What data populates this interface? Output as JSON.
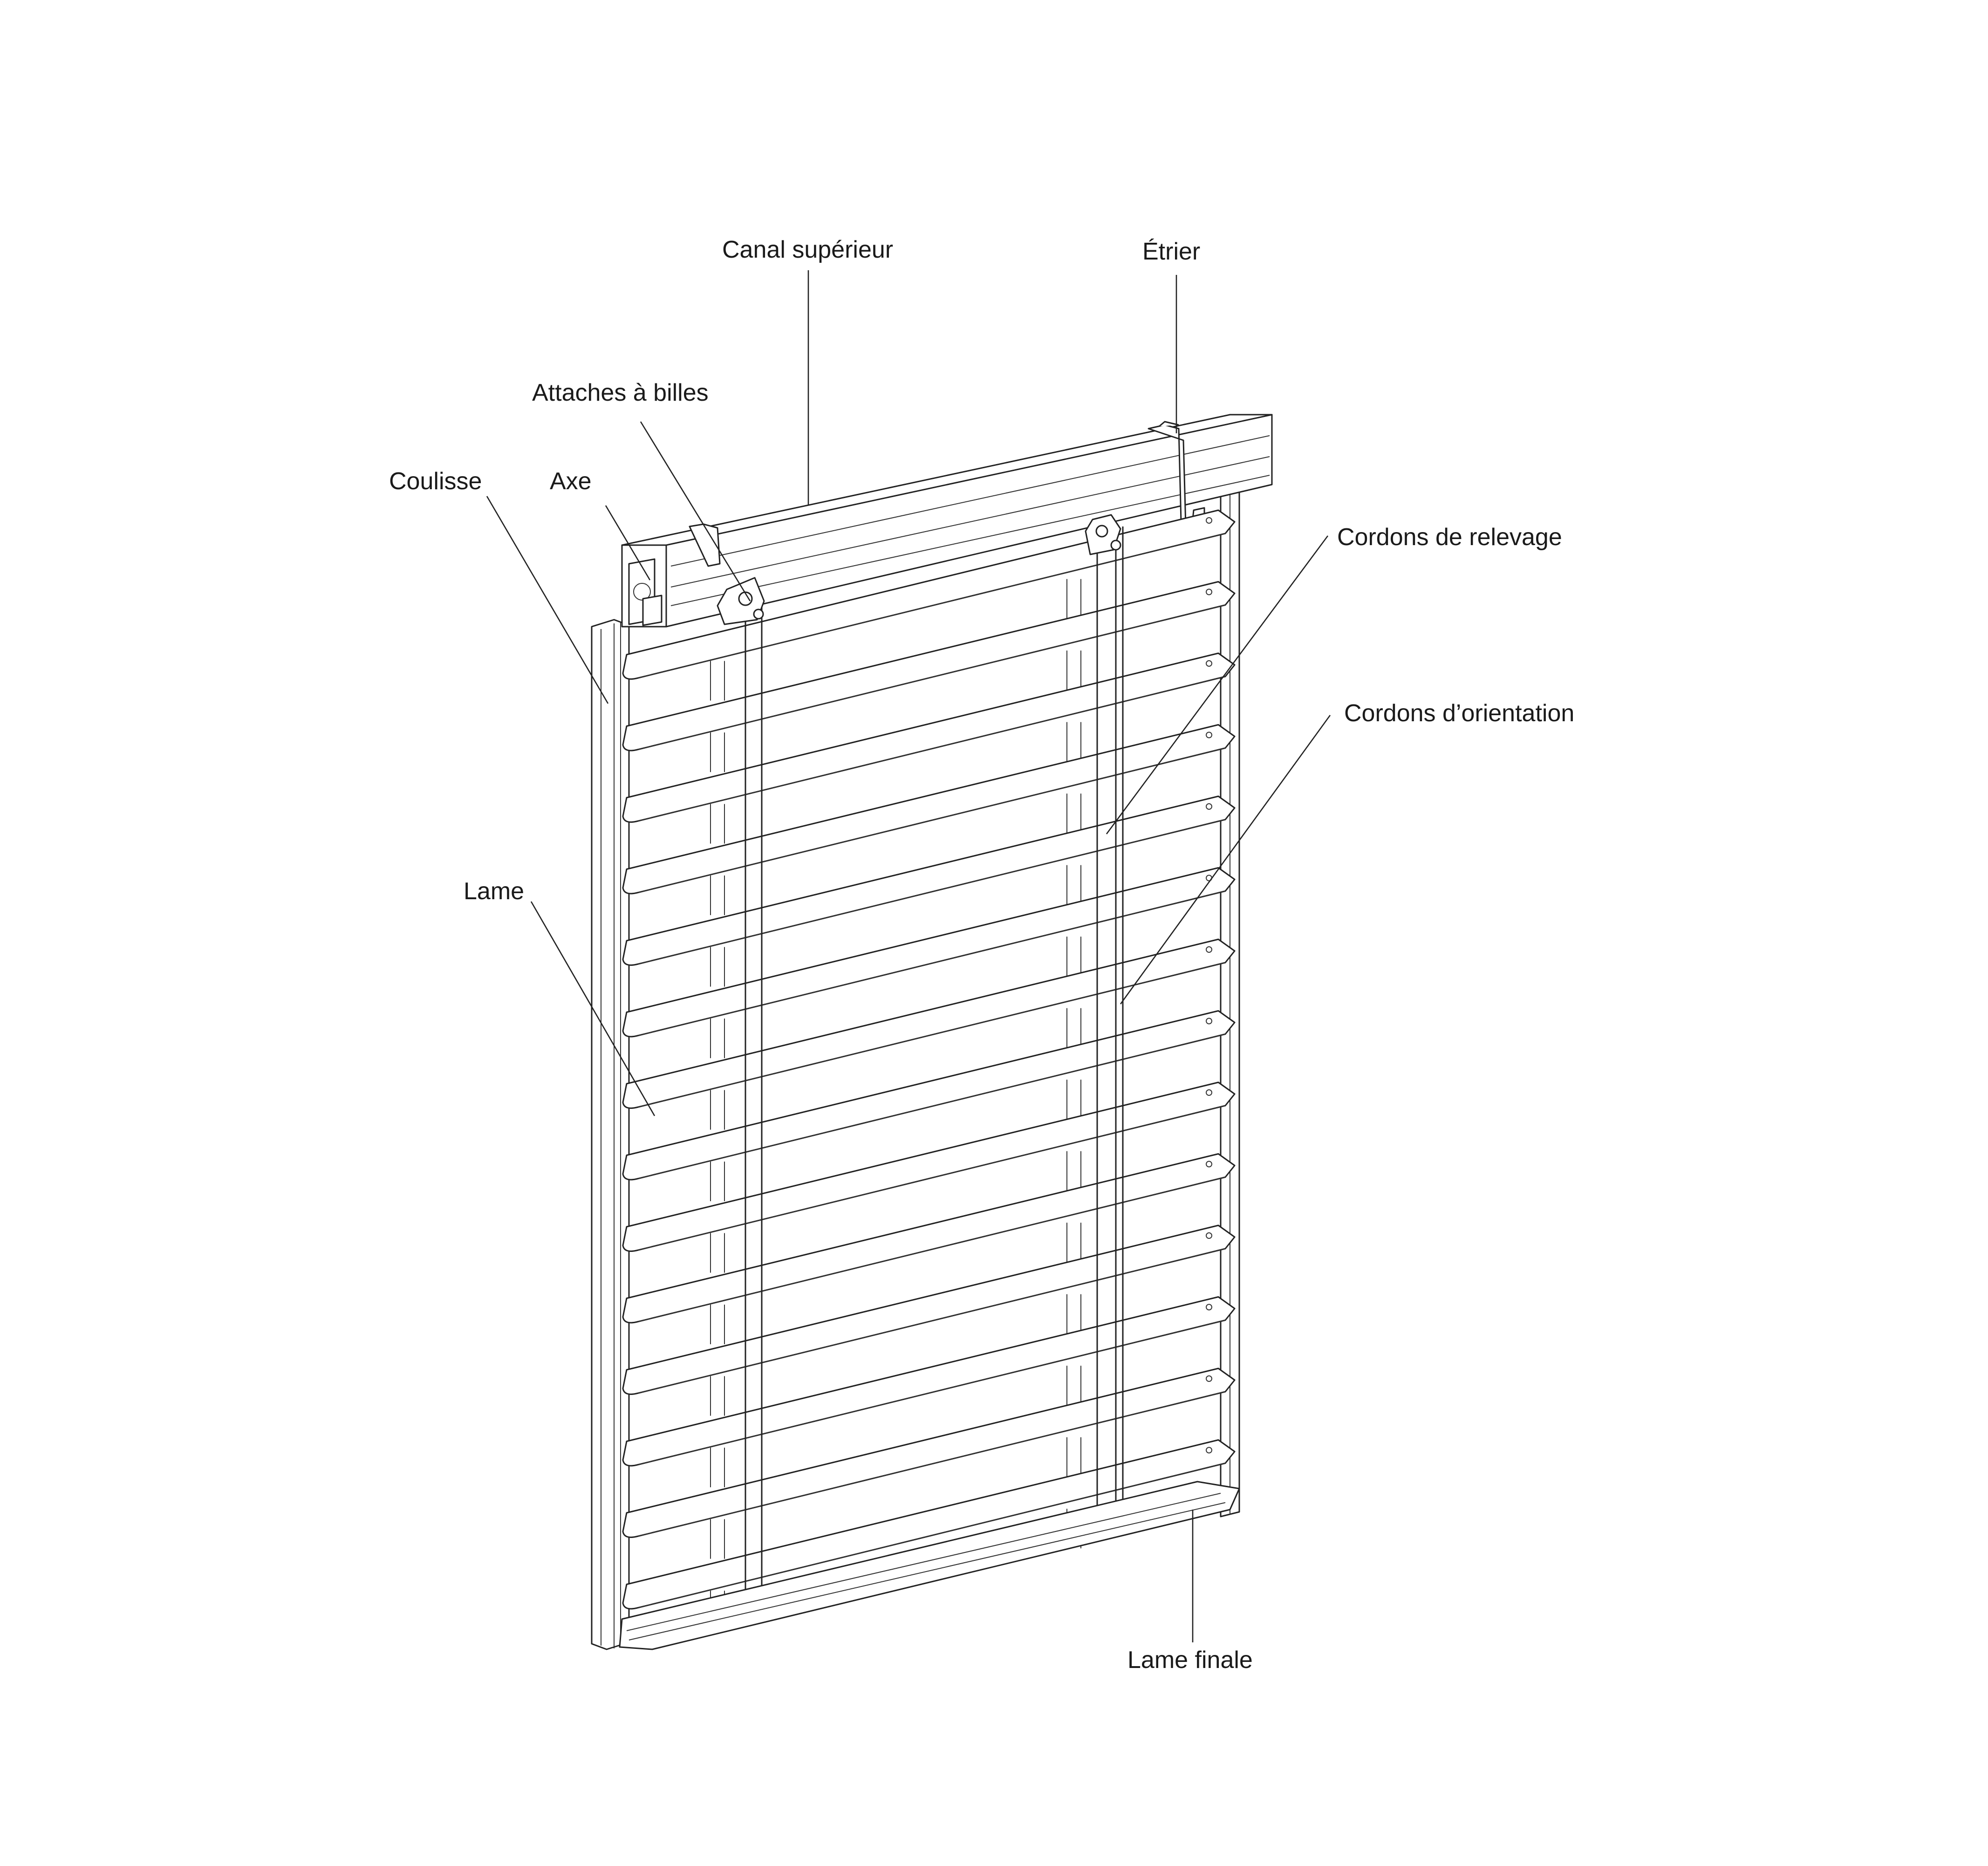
{
  "labels": {
    "canal_superieur": "Canal supérieur",
    "etrier": "Étrier",
    "attaches_a_billes": "Attaches à billes",
    "coulisse": "Coulisse",
    "axe": "Axe",
    "cordons_de_relevage": "Cordons de relevage",
    "cordons_d_orientation": "Cordons d’orientation",
    "lame": "Lame",
    "lame_finale": "Lame finale"
  },
  "slat_count": 14
}
